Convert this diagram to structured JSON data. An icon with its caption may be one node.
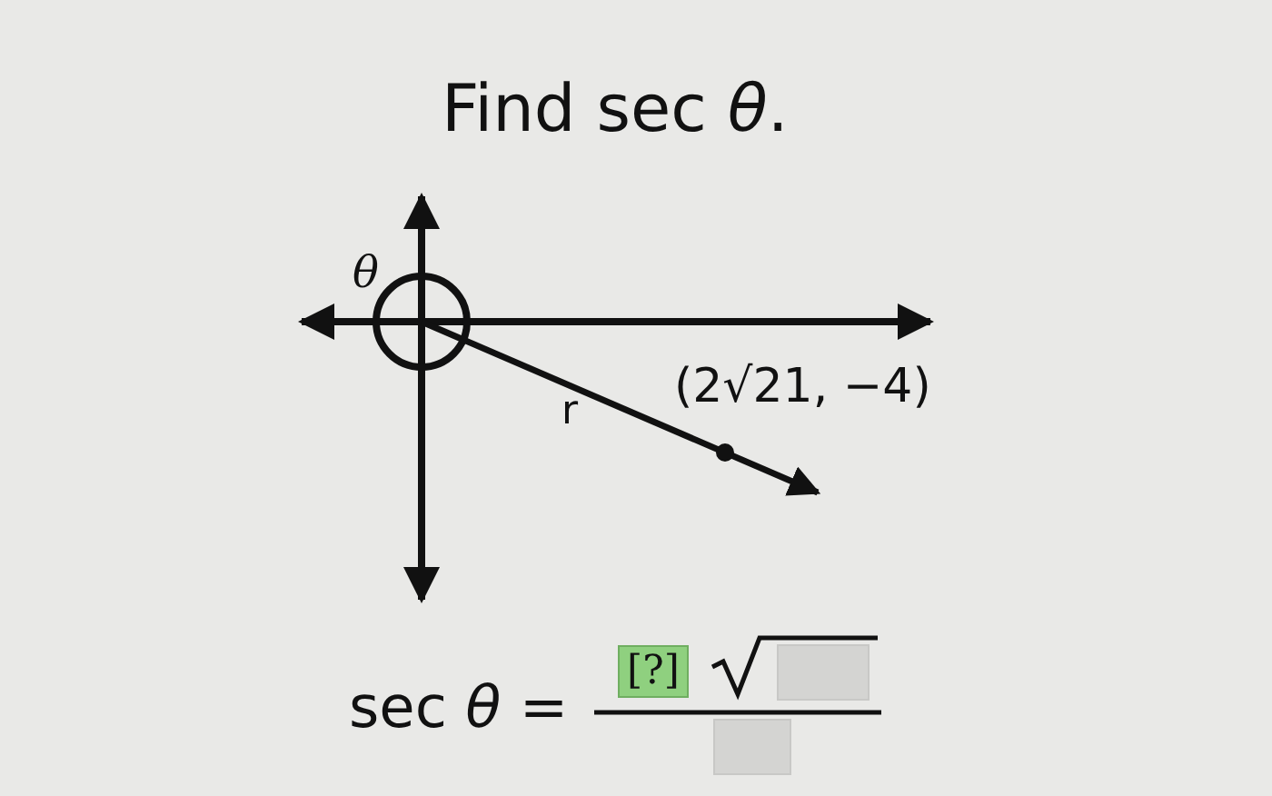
{
  "diagram": {
    "title": "Find sec *θ*.",
    "labels": [
      "θ",
      "r",
      "(2√21, −4)",
      "sec *θ* =",
      "[?]"
    ]
  }
}
